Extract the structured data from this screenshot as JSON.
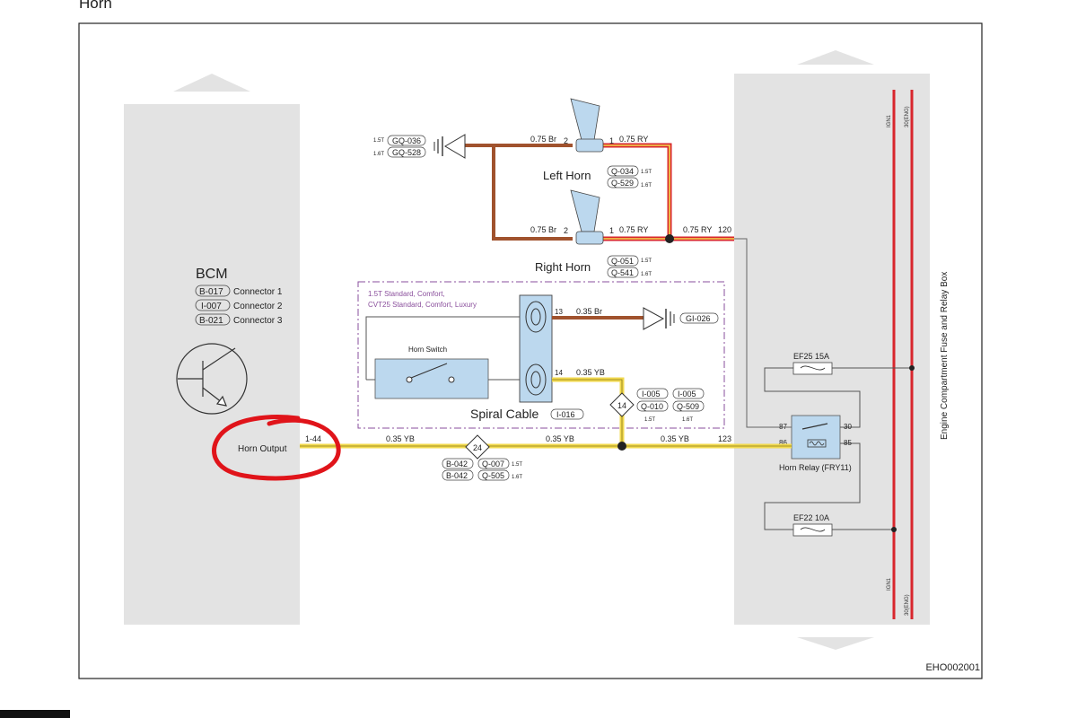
{
  "page": {
    "title": "Horn",
    "doc_code": "EHO002001"
  },
  "bcm": {
    "title": "BCM",
    "connectors": [
      {
        "code": "B-017",
        "label": "Connector 1"
      },
      {
        "code": "I-007",
        "label": "Connector 2"
      },
      {
        "code": "B-021",
        "label": "Connector 3"
      }
    ],
    "output_label": "Horn Output",
    "pin": "1-44"
  },
  "fuse_box": {
    "label": "Engine Compartment Fuse and Relay Box"
  },
  "bus": {
    "ign1_top": "IGN1",
    "b30_top": "30(ENG)",
    "ign1_bottom": "IGN1",
    "b30_bottom": "30(ENG)"
  },
  "fuses": [
    {
      "name": "EF25 15A"
    },
    {
      "name": "EF22 10A"
    }
  ],
  "relay": {
    "name": "Horn Relay (FRY11)",
    "pins": [
      "87",
      "30",
      "86",
      "85"
    ]
  },
  "left_horn": {
    "label": "Left Horn",
    "wire_in": "0.75 Br",
    "pin_in": "2",
    "pin_out": "1",
    "wire_out": "0.75 RY",
    "connectors": [
      {
        "code": "Q-034",
        "variant": "1.5T"
      },
      {
        "code": "Q-529",
        "variant": "1.6T"
      }
    ]
  },
  "right_horn": {
    "label": "Right Horn",
    "wire_in": "0.75 Br",
    "pin_in": "2",
    "pin_out": "1",
    "wire_out": "0.75 RY",
    "connectors": [
      {
        "code": "Q-051",
        "variant": "1.5T"
      },
      {
        "code": "Q-541",
        "variant": "1.6T"
      }
    ]
  },
  "horn_feed": {
    "wire": "0.75 RY",
    "pin": "120"
  },
  "horn_ground": {
    "points": [
      {
        "variant": "1.5T",
        "code": "GQ-036"
      },
      {
        "variant": "1.6T",
        "code": "GQ-528"
      }
    ]
  },
  "option_box": {
    "lines": [
      "1.5T Standard, Comfort,",
      "CVT25 Standard, Comfort, Luxury"
    ]
  },
  "horn_switch": {
    "label": "Horn Switch"
  },
  "spiral_cable": {
    "label": "Spiral Cable",
    "code": "I-016",
    "pin_upper": "13",
    "wire_upper": "0.35 Br",
    "pin_lower": "14",
    "wire_lower": "0.35 YB"
  },
  "switch_ground": {
    "code": "GI-026"
  },
  "inline_14": {
    "number": "14",
    "connectors": [
      "I-005",
      "I-005",
      "Q-010",
      "Q-509"
    ],
    "variants": [
      "1.5T",
      "1.6T"
    ]
  },
  "inline_24": {
    "number": "24",
    "left": [
      "B-042",
      "B-042"
    ],
    "right": [
      {
        "code": "Q-007",
        "variant": "1.5T"
      },
      {
        "code": "Q-505",
        "variant": "1.6T"
      }
    ]
  },
  "main_wire": {
    "label_a": "0.35 YB",
    "label_b": "0.35 YB",
    "label_c": "0.35 YB",
    "pin": "123"
  },
  "colors": {
    "panel": "#e3e3e3",
    "brown": "#a0522d",
    "yellow": "#f2d94e",
    "red": "#d8262d",
    "blue": "#bcd8ee",
    "purple": "#8a4f9c",
    "ink": "#333333",
    "annotation": "#e0141a"
  }
}
